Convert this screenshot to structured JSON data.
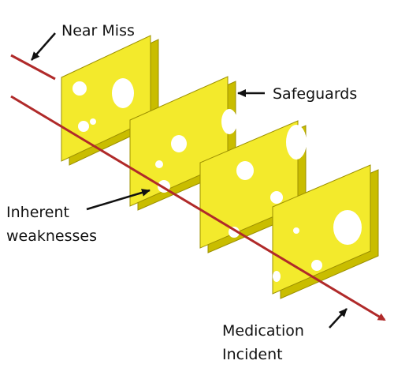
{
  "labels": {
    "near_miss": "Near Miss",
    "safeguards": "Safeguards",
    "inherent_line1": "Inherent",
    "inherent_line2": "weaknesses",
    "incident_line1": "Medication",
    "incident_line2": "Incident"
  },
  "colors": {
    "slice_face": "#f3ea2c",
    "slice_edge": "#c9bd00",
    "slice_stroke": "#9c9000",
    "path_line": "#b02a2a",
    "text": "#111111"
  }
}
